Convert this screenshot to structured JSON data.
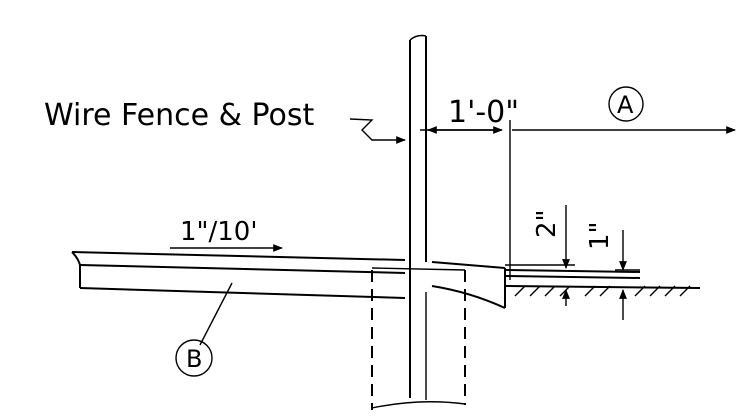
{
  "labels": {
    "fence": "Wire Fence & Post",
    "offset": "1'-0\"",
    "slope": "1\"/10'",
    "rise_big": "2\"",
    "rise_small": "1\"",
    "callout_a": "A",
    "callout_b": "B"
  },
  "colors": {
    "ink": "#000000",
    "background": "#ffffff"
  }
}
